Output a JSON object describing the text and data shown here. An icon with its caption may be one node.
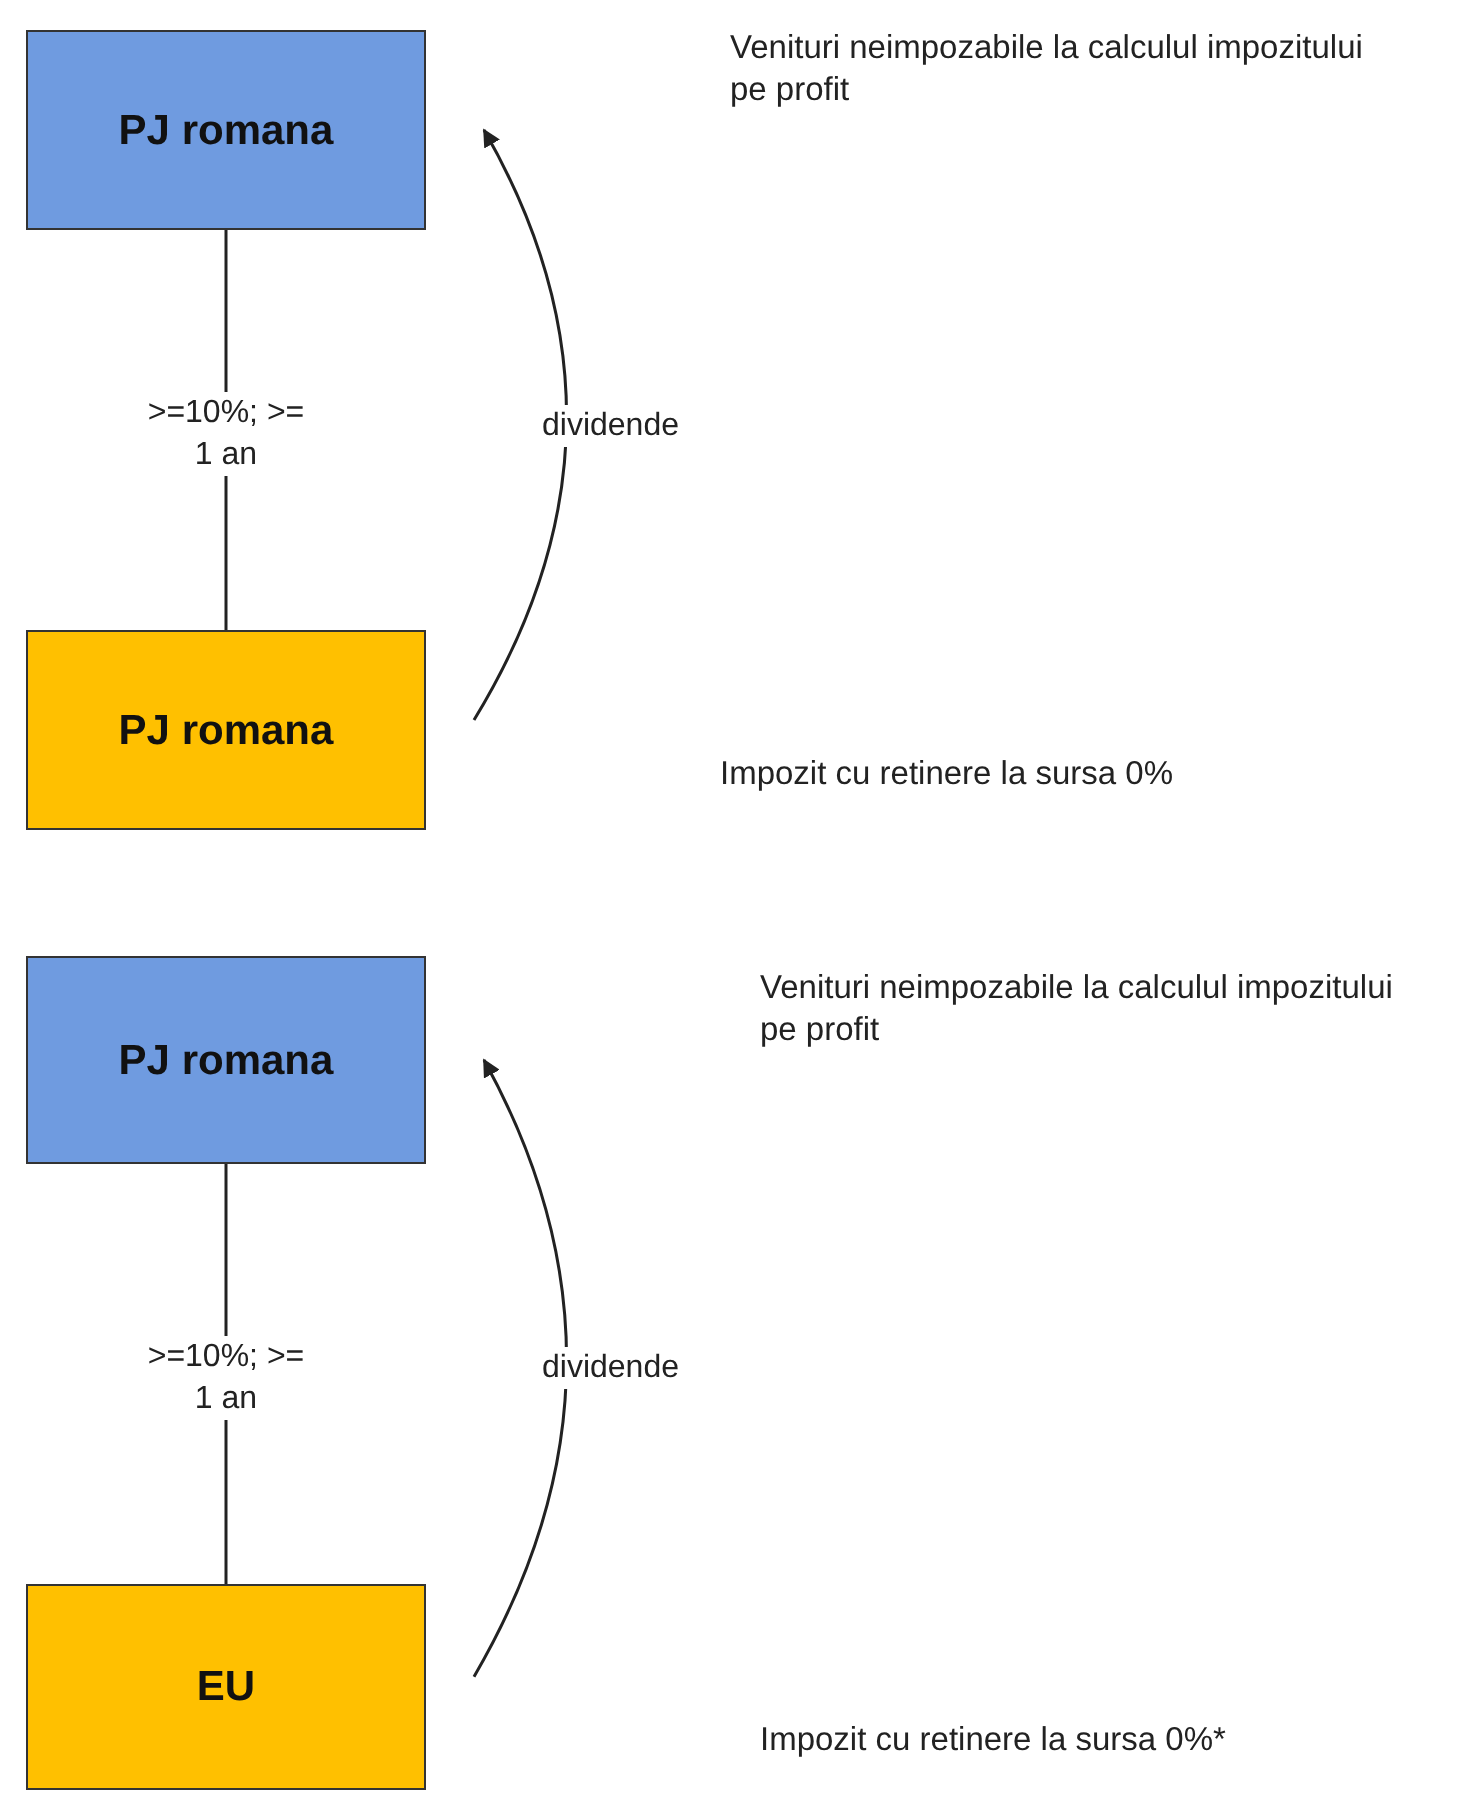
{
  "diagram": {
    "nodes": [
      {
        "text": [
          "PJ romana"
        ]
      },
      {
        "text": [
          "PJ romana"
        ]
      },
      {
        "text": [
          "PJ romana"
        ]
      },
      {
        "text": [
          "EU"
        ]
      }
    ],
    "edges": [
      {
        "from": 0,
        "to": 1,
        "arrow": "none",
        "label": ">=10%; >= 1 an"
      },
      {
        "from": 1,
        "to": 0,
        "arrow": "to",
        "label": "dividende"
      },
      {
        "from": 2,
        "to": 3,
        "arrow": "none",
        "label": ">=10%; >= 1 an"
      },
      {
        "from": 3,
        "to": 2,
        "arrow": "to",
        "label": "dividende"
      }
    ],
    "labels": [
      "Venituri neimpozabile la calculul impozitului pe profit",
      "Impozit cu retinere la sursa 0%",
      "Venituri neimpozabile la calculul impozitului pe profit",
      "Impozit cu retinere la sursa 0%*"
    ]
  }
}
